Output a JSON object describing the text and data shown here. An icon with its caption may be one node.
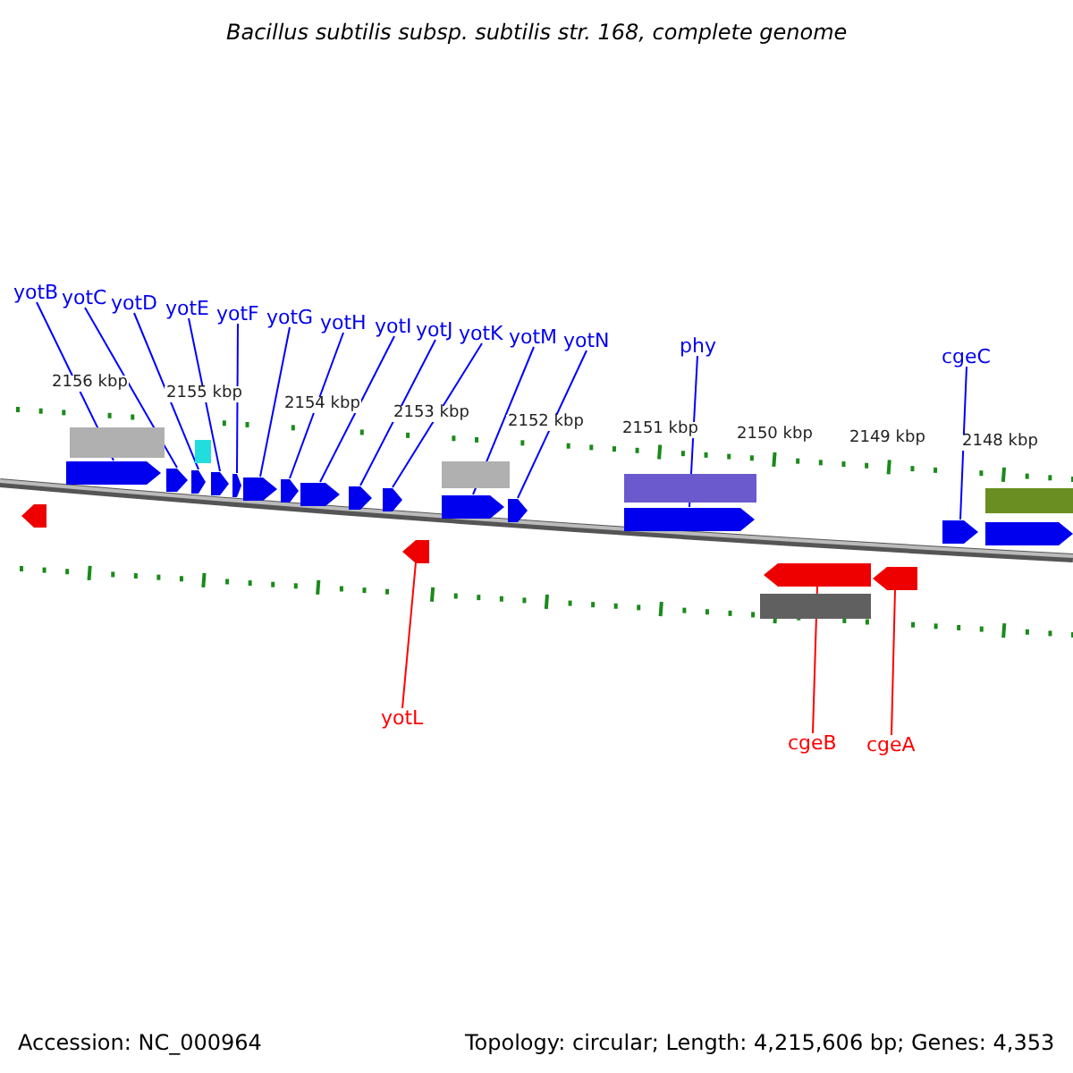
{
  "diagram": {
    "title": "Bacillus subtilis subsp. subtilis str. 168, complete genome",
    "nodes": [
      {
        "text": [
          "yotB"
        ]
      },
      {
        "text": [
          "yotC"
        ]
      },
      {
        "text": [
          "yotD"
        ]
      },
      {
        "text": [
          "yotE"
        ]
      },
      {
        "text": [
          "yotF"
        ]
      },
      {
        "text": [
          "yotG"
        ]
      },
      {
        "text": [
          "yotH"
        ]
      },
      {
        "text": [
          "yotI"
        ]
      },
      {
        "text": [
          "yotJ"
        ]
      },
      {
        "text": [
          "yotK"
        ]
      },
      {
        "text": [
          "yotM"
        ]
      },
      {
        "text": [
          "yotN"
        ]
      },
      {
        "text": [
          "phy"
        ]
      },
      {
        "text": [
          "cgeC"
        ]
      },
      {
        "text": [
          "yotL"
        ]
      },
      {
        "text": [
          "cgeB"
        ]
      },
      {
        "text": [
          "cgeA"
        ]
      },
      {
        "text": [],
        "shape": "pentagon"
      },
      {
        "text": [],
        "shape": "pentagon"
      },
      {
        "text": [],
        "shape": "pentagon"
      },
      {
        "text": [],
        "shape": "pentagon"
      },
      {
        "text": [],
        "shape": "pentagon"
      },
      {
        "text": [],
        "shape": "pentagon"
      },
      {
        "text": [],
        "shape": "pentagon"
      },
      {
        "text": [],
        "shape": "pentagon"
      },
      {
        "text": [],
        "shape": "pentagon"
      },
      {
        "text": [],
        "shape": "pentagon"
      },
      {
        "text": [],
        "shape": "pentagon"
      },
      {
        "text": [],
        "shape": "pentagon"
      },
      {
        "text": [],
        "shape": "pentagon"
      },
      {
        "text": [],
        "shape": "pentagon"
      },
      {
        "text": [],
        "shape": "pentagon"
      },
      {
        "text": [],
        "shape": "pentagon"
      },
      {
        "text": [],
        "shape": "pentagon"
      },
      {
        "text": [],
        "shape": "pentagon"
      },
      {
        "text": [],
        "shape": "pentagon"
      },
      {
        "text": [],
        "shape": "bar"
      },
      {
        "text": [],
        "shape": "bar"
      },
      {
        "text": [],
        "shape": "bar"
      },
      {
        "text": [],
        "shape": "bar"
      },
      {
        "text": [],
        "shape": "bar"
      },
      {
        "text": [],
        "shape": "bar"
      }
    ],
    "edges": [
      {
        "from": 0,
        "to": 17,
        "arrow": "none"
      },
      {
        "from": 1,
        "to": 18,
        "arrow": "none"
      },
      {
        "from": 2,
        "to": 19,
        "arrow": "none"
      },
      {
        "from": 3,
        "to": 20,
        "arrow": "none"
      },
      {
        "from": 4,
        "to": 21,
        "arrow": "none"
      },
      {
        "from": 5,
        "to": 22,
        "arrow": "none"
      },
      {
        "from": 6,
        "to": 23,
        "arrow": "none"
      },
      {
        "from": 7,
        "to": 24,
        "arrow": "none"
      },
      {
        "from": 8,
        "to": 25,
        "arrow": "none"
      },
      {
        "from": 9,
        "to": 26,
        "arrow": "none"
      },
      {
        "from": 10,
        "to": 27,
        "arrow": "none"
      },
      {
        "from": 11,
        "to": 28,
        "arrow": "none"
      },
      {
        "from": 12,
        "to": 29,
        "arrow": "none"
      },
      {
        "from": 13,
        "to": 30,
        "arrow": "none"
      },
      {
        "from": 14,
        "to": 31,
        "arrow": "none",
        "color": "#ff0000"
      },
      {
        "from": 15,
        "to": 32,
        "arrow": "none",
        "color": "#ff0000"
      },
      {
        "from": 16,
        "to": 33,
        "arrow": "none",
        "color": "#ff0000"
      }
    ],
    "labels": [
      "2156 kbp",
      "2155 kbp",
      "2154 kbp",
      "2153 kbp",
      "2152 kbp",
      "2151 kbp",
      "2150 kbp",
      "2149 kbp",
      "2148 kbp",
      "Accession: NC_000964",
      "Topology: circular; Length: 4,215,606 bp; Genes: 4,353"
    ]
  }
}
